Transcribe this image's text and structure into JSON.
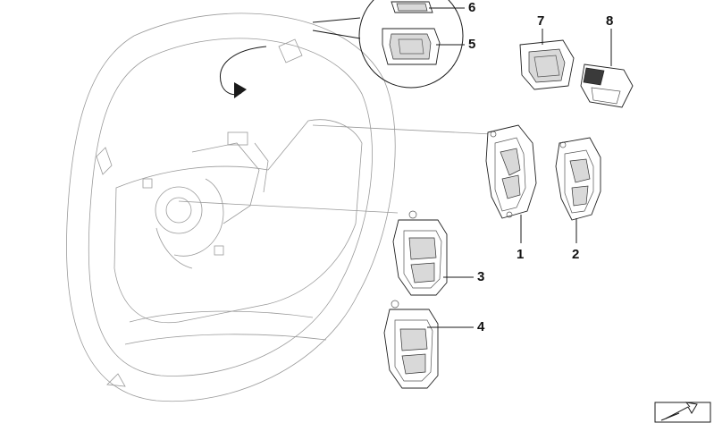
{
  "diagram": {
    "callouts": [
      {
        "id": "1",
        "label": "1"
      },
      {
        "id": "2",
        "label": "2"
      },
      {
        "id": "3",
        "label": "3"
      },
      {
        "id": "4",
        "label": "4"
      },
      {
        "id": "5",
        "label": "5"
      },
      {
        "id": "6",
        "label": "6"
      },
      {
        "id": "7",
        "label": "7"
      },
      {
        "id": "8",
        "label": "8"
      }
    ],
    "icons": {
      "corner": "flip-arrow-icon",
      "wheel": "steering-wheel-illustration",
      "rotation": "rotation-arrow-icon"
    },
    "colors": {
      "line": "#1a1a1a",
      "wheel_line": "#9a9a9a",
      "fill": "#ffffff"
    }
  }
}
